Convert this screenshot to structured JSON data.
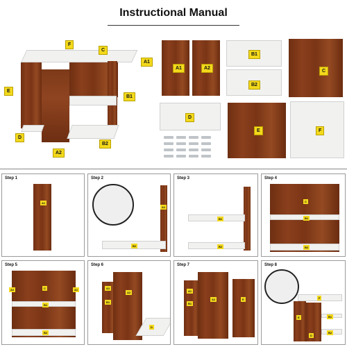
{
  "title": "Instructional Manual",
  "parts": {
    "A1": "A1",
    "A2": "A2",
    "B1": "B1",
    "B2": "B2",
    "C": "C",
    "D": "D",
    "E": "E",
    "F": "F"
  },
  "steps": [
    {
      "label": "Step 1"
    },
    {
      "label": "Step 2"
    },
    {
      "label": "Step 3"
    },
    {
      "label": "Step 4"
    },
    {
      "label": "Step 5"
    },
    {
      "label": "Step 6"
    },
    {
      "label": "Step 7"
    },
    {
      "label": "Step 8"
    }
  ]
}
